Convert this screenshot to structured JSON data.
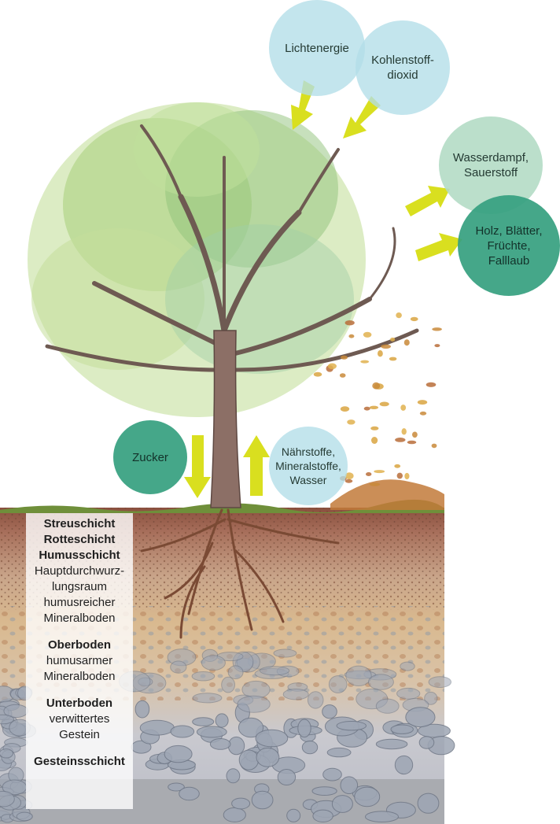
{
  "bubbles": {
    "light": "Lichtenergie",
    "co2": "Kohlenstoff-\ndioxid",
    "vapor": "Wasserdampf,\nSauerstoff",
    "wood": "Holz, Blätter,\nFrüchte,\nFalllaub",
    "sugar": "Zucker",
    "nutrients": "Nährstoffe,\nMineralstoffe,\nWasser"
  },
  "legend": {
    "streu": "Streuschicht",
    "rotte": "Rotteschicht",
    "humus": "Humusschicht",
    "humus_desc": "Hauptdurchwurz-\nlungsraum\nhumusreicher\nMineralboden",
    "ober": "Oberboden",
    "ober_desc": "humusarmer\nMineralboden",
    "unter": "Unterboden",
    "unter_desc": "verwittertes\nGestein",
    "gestein": "Gesteinsschicht"
  },
  "colors": {
    "arrow": "#d9df1f",
    "light_bubble": "#b2dee8",
    "mint_bubble": "#b2dbc4",
    "green_bubble": "#37a080"
  }
}
